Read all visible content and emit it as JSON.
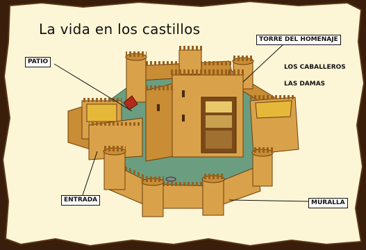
{
  "title": "La vida en los castillos",
  "labels": {
    "patio": "PATIO",
    "torre": "TORRE DEL HOMENAJE",
    "entrada": "ENTRADA",
    "muralla": "MURALLA"
  },
  "links": {
    "caballeros": "LOS CABALLEROS",
    "damas": "LAS DAMAS"
  },
  "colors": {
    "background": "#3a1e0c",
    "parchment": "#fdf6d6",
    "stone": "#d9a24a",
    "stone_dark": "#a4691c",
    "courtyard": "#6b9e80",
    "roof_fill": "#e6b83a"
  }
}
